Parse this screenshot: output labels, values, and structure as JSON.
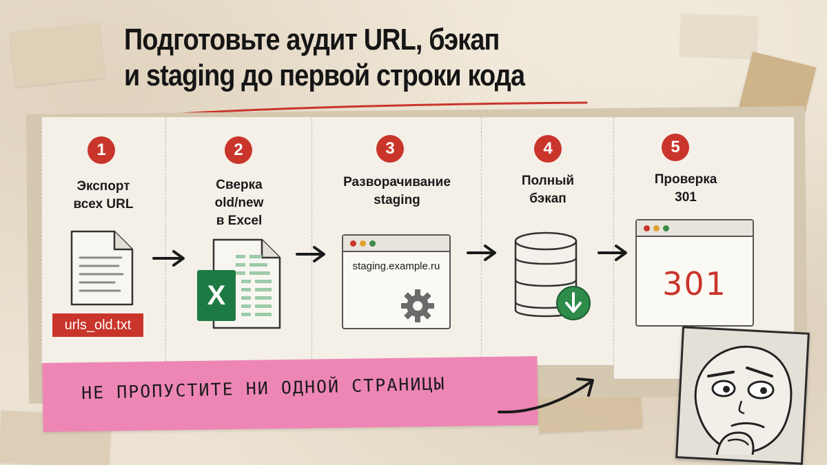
{
  "title": {
    "line1": "Подготовьте аудит URL, бэкап",
    "line2": "и staging до первой строки кода"
  },
  "steps": [
    {
      "number": "1",
      "label_lines": [
        "Экспорт",
        "всех URL"
      ]
    },
    {
      "number": "2",
      "label_lines": [
        "Сверка",
        "old/new",
        "в Excel"
      ]
    },
    {
      "number": "3",
      "label_lines": [
        "Разворачивание",
        "staging"
      ]
    },
    {
      "number": "4",
      "label_lines": [
        "Полный",
        "бэкап"
      ]
    },
    {
      "number": "5",
      "label_lines": [
        "Проверка",
        "301"
      ]
    }
  ],
  "step1_file": "urls_old.txt",
  "step2_icon_letter": "X",
  "step3_url": "staging.example.ru",
  "step5_code": "301",
  "note": "НЕ ПРОПУСТИТЕ НИ ОДНОЙ СТРАНИЦЫ",
  "colors": {
    "accent_red": "#c9352b",
    "sticky_pink": "#ee86b5",
    "excel_green": "#1e7a43",
    "paper": "#f4f0e8"
  },
  "icons": [
    "document-icon",
    "excel-icon",
    "browser-icon",
    "gear-icon",
    "database-icon",
    "download-icon",
    "browser-icon",
    "arrow-right-icon",
    "curved-arrow-icon",
    "thinking-face-icon"
  ]
}
